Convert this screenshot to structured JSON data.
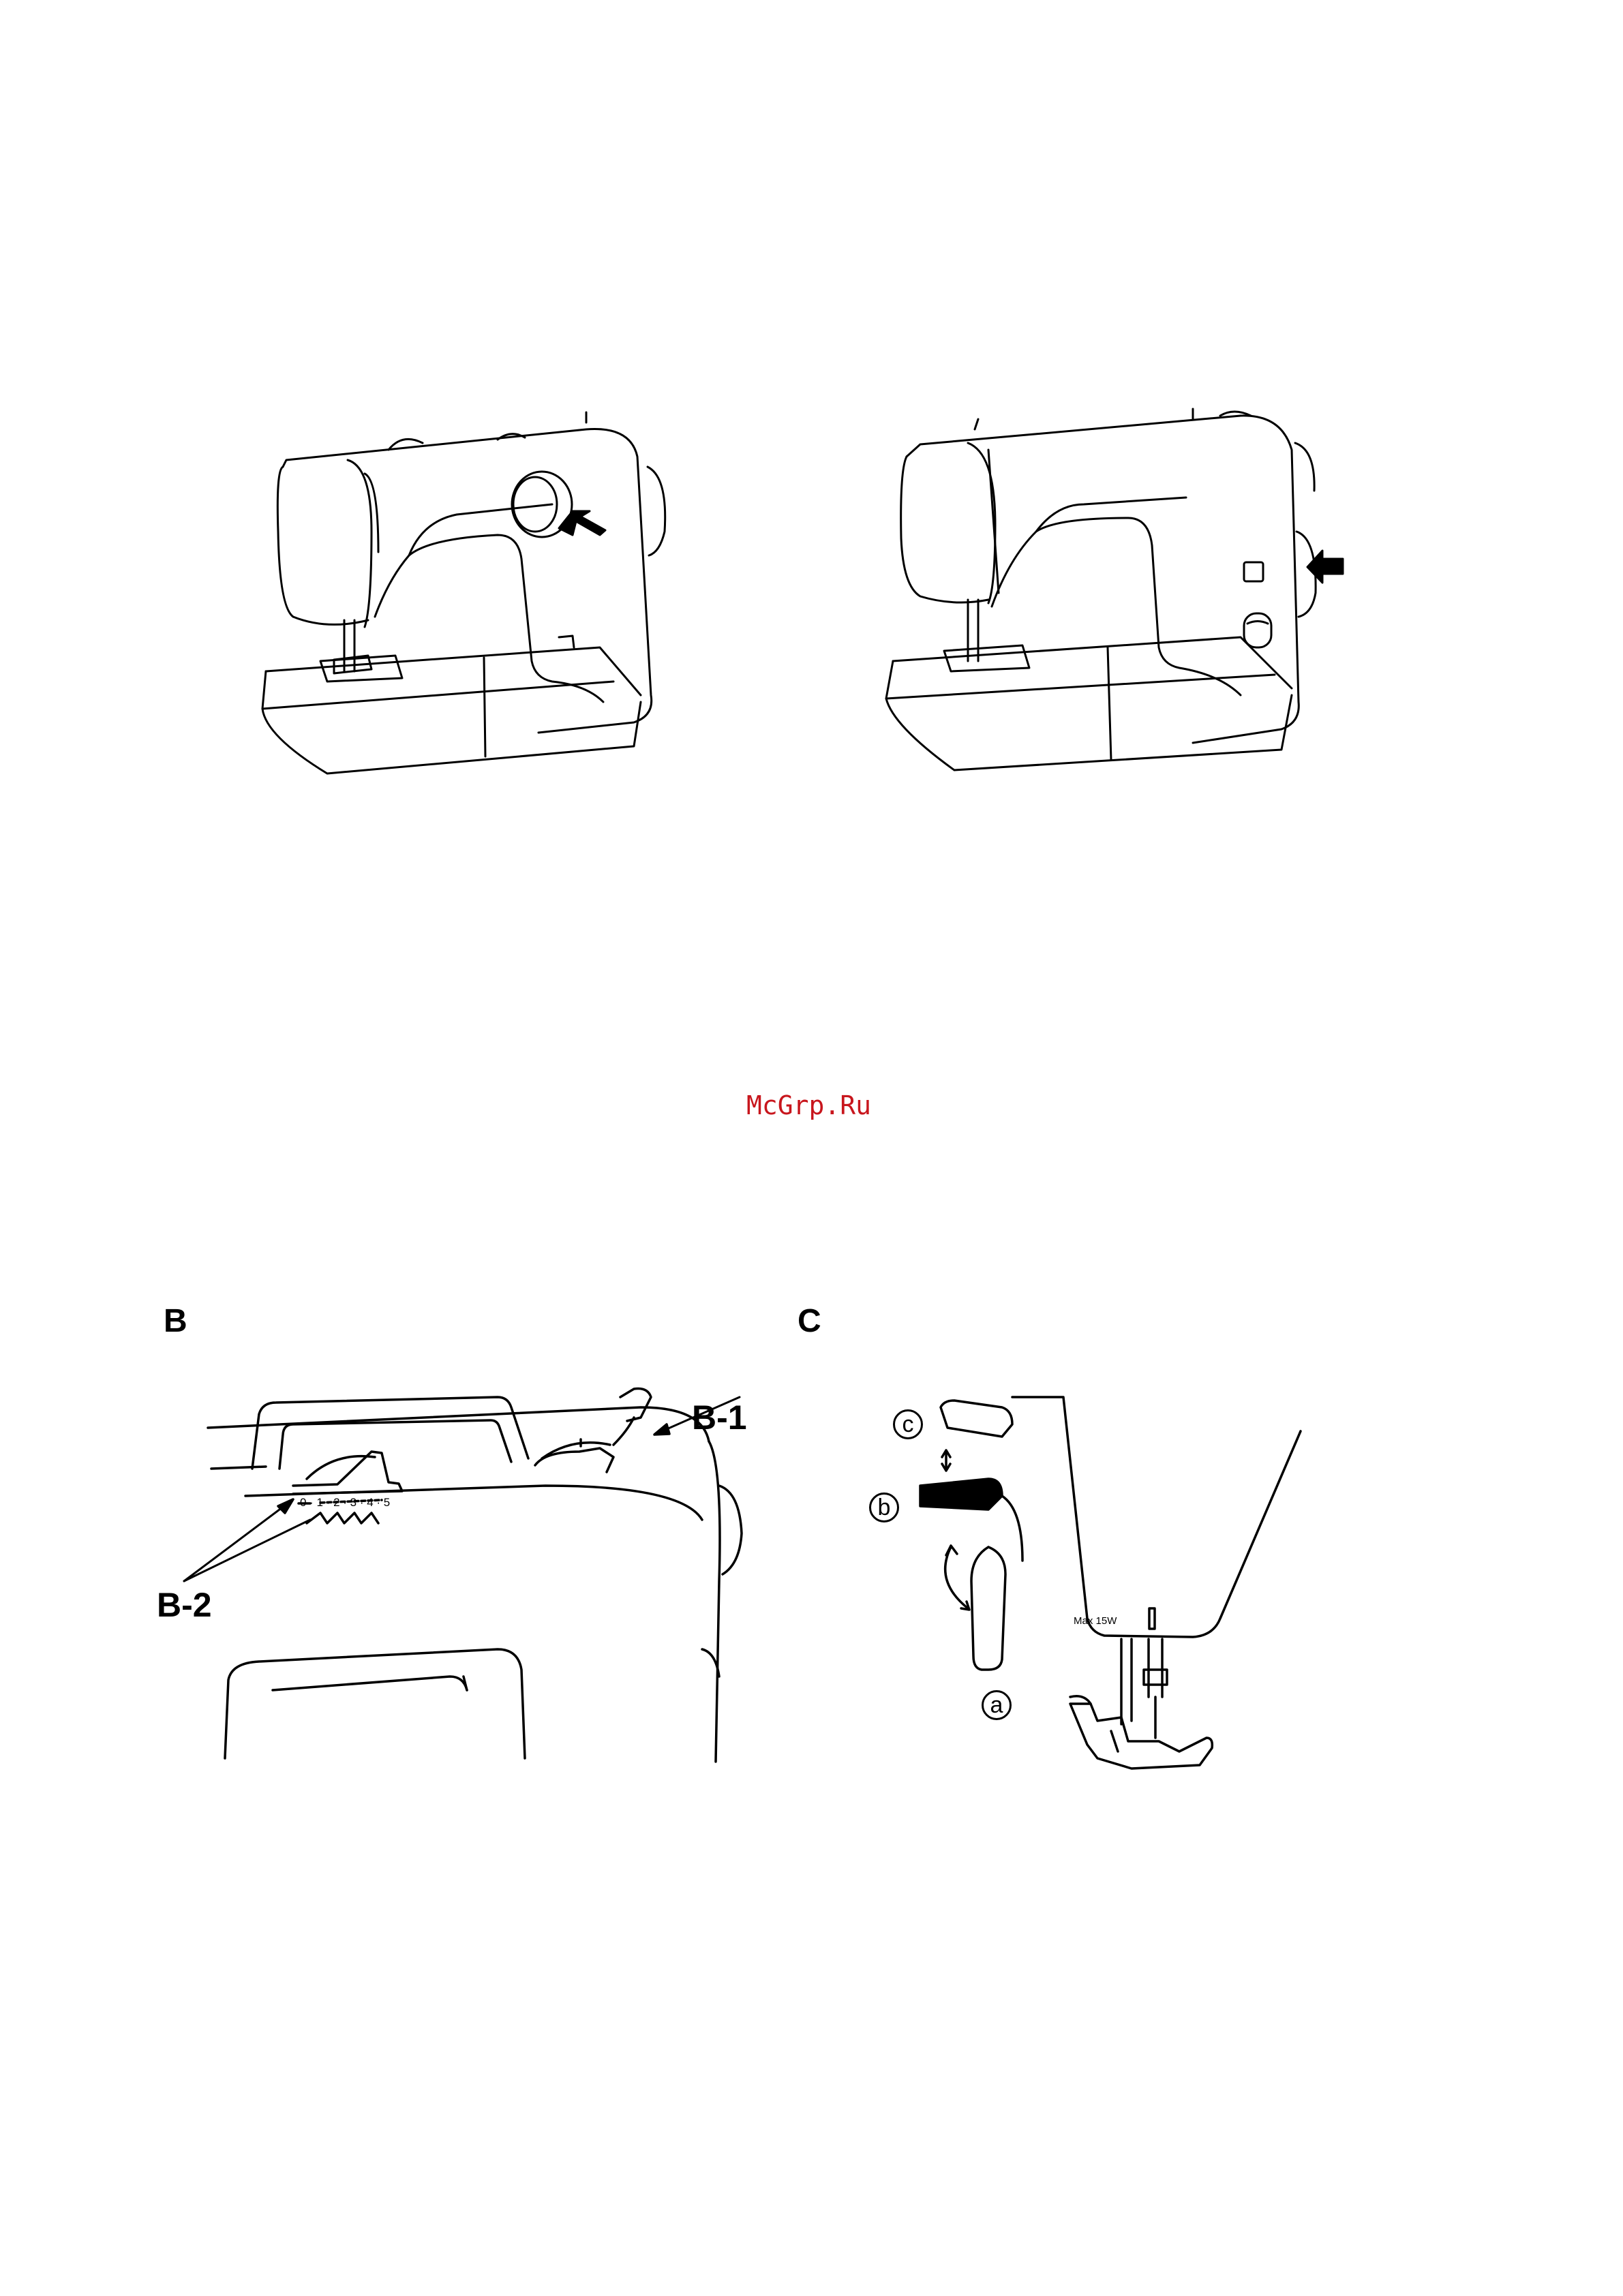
{
  "watermark": "McGrp.Ru",
  "figure_b": {
    "label": "B",
    "callout_1": "B-1",
    "callout_2": "B-2",
    "dial_scale": "0 · 1 · 2 · 3 · 4 · 5"
  },
  "figure_c": {
    "label": "C",
    "marker_a": "a",
    "marker_b": "b",
    "marker_c": "c",
    "lamp_label": "Max 15W"
  }
}
